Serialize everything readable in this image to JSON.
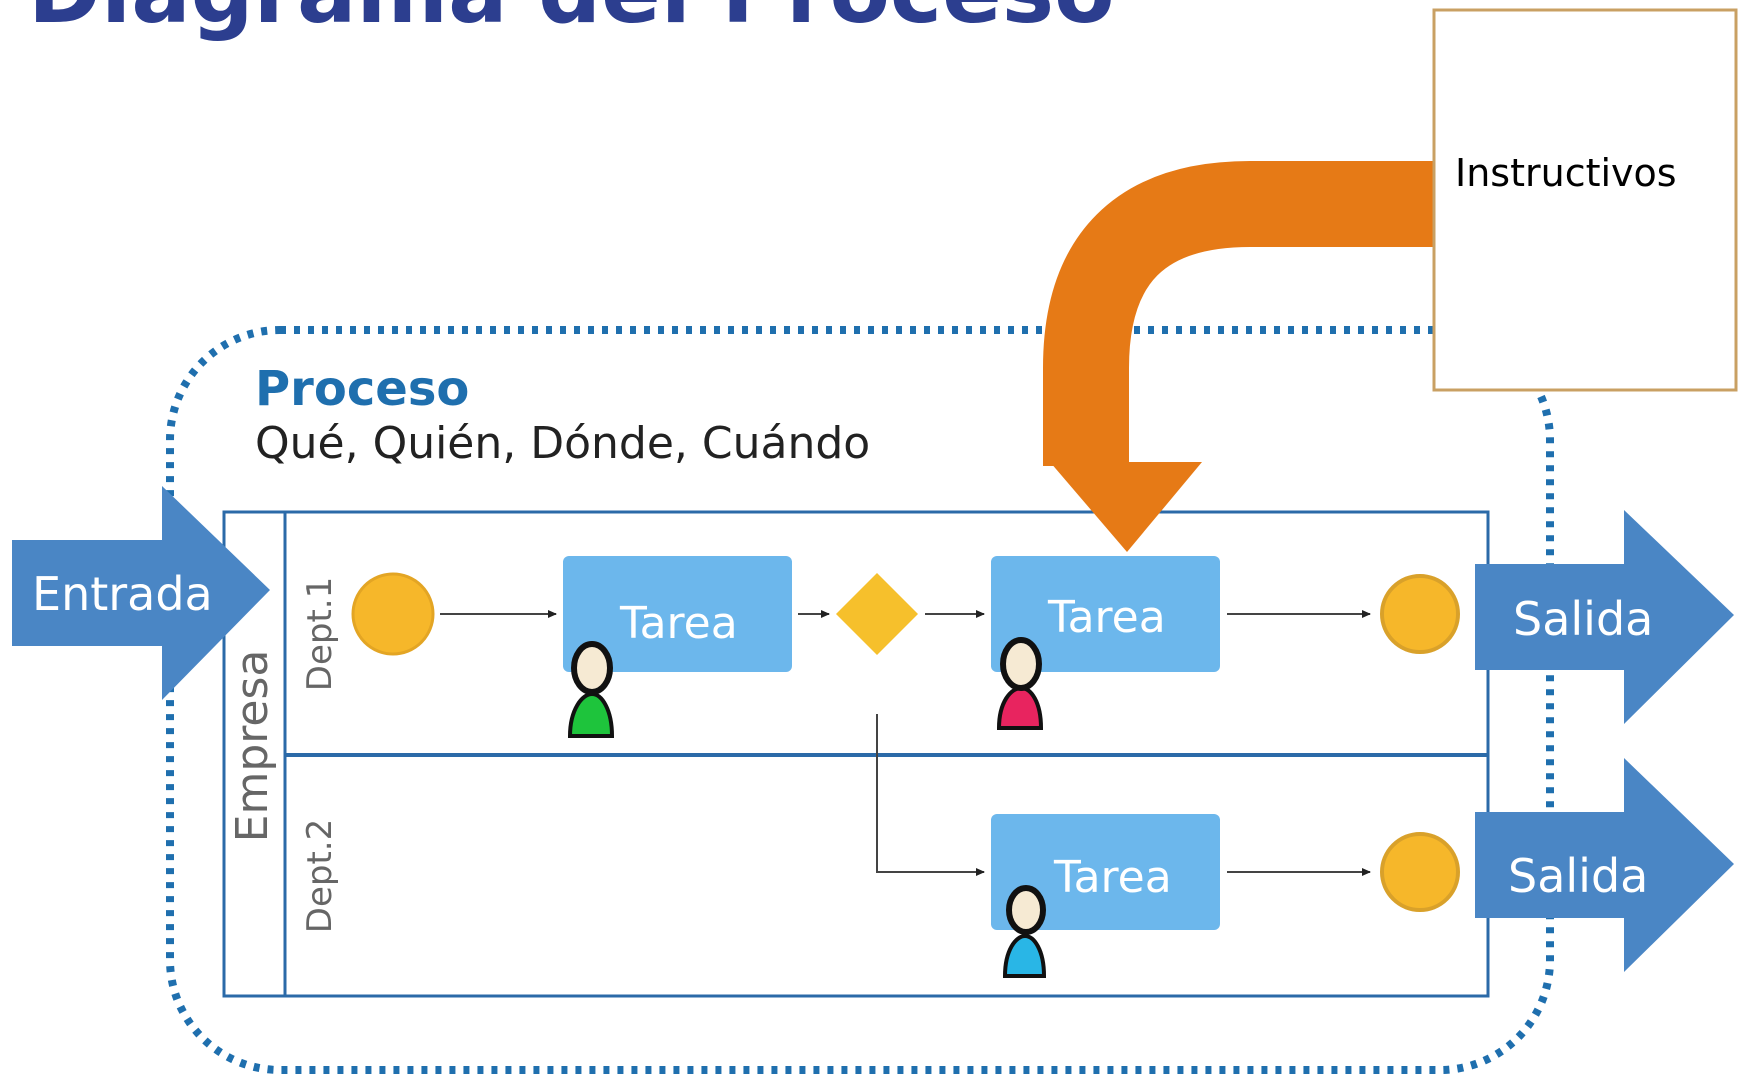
{
  "title": "Diagrama del Proceso",
  "process": {
    "title": "Proceso",
    "subtitle": "Qué, Quién, Dónde, Cuándo"
  },
  "pool": {
    "label": "Empresa"
  },
  "lanes": [
    {
      "label": "Dept.1"
    },
    {
      "label": "Dept.2"
    }
  ],
  "input": {
    "label": "Entrada"
  },
  "outputs": [
    {
      "label": "Salida"
    },
    {
      "label": "Salida"
    }
  ],
  "tasks": [
    {
      "label": "Tarea",
      "performer_color": "#1ec43c"
    },
    {
      "label": "Tarea",
      "performer_color": "#e8245f"
    },
    {
      "label": "Tarea",
      "performer_color": "#29b6e6"
    }
  ],
  "note": {
    "label": "Instructivos"
  },
  "colors": {
    "title": "#2c3e8f",
    "process_title": "#1f6fae",
    "io_arrow": "#4a86c5",
    "task": "#6cb7ec",
    "event": "#f6b72a",
    "gateway": "#f6c02c",
    "instruction_arrow": "#e67a16",
    "note_border": "#c9a063",
    "dotted_border": "#1f6fae"
  }
}
